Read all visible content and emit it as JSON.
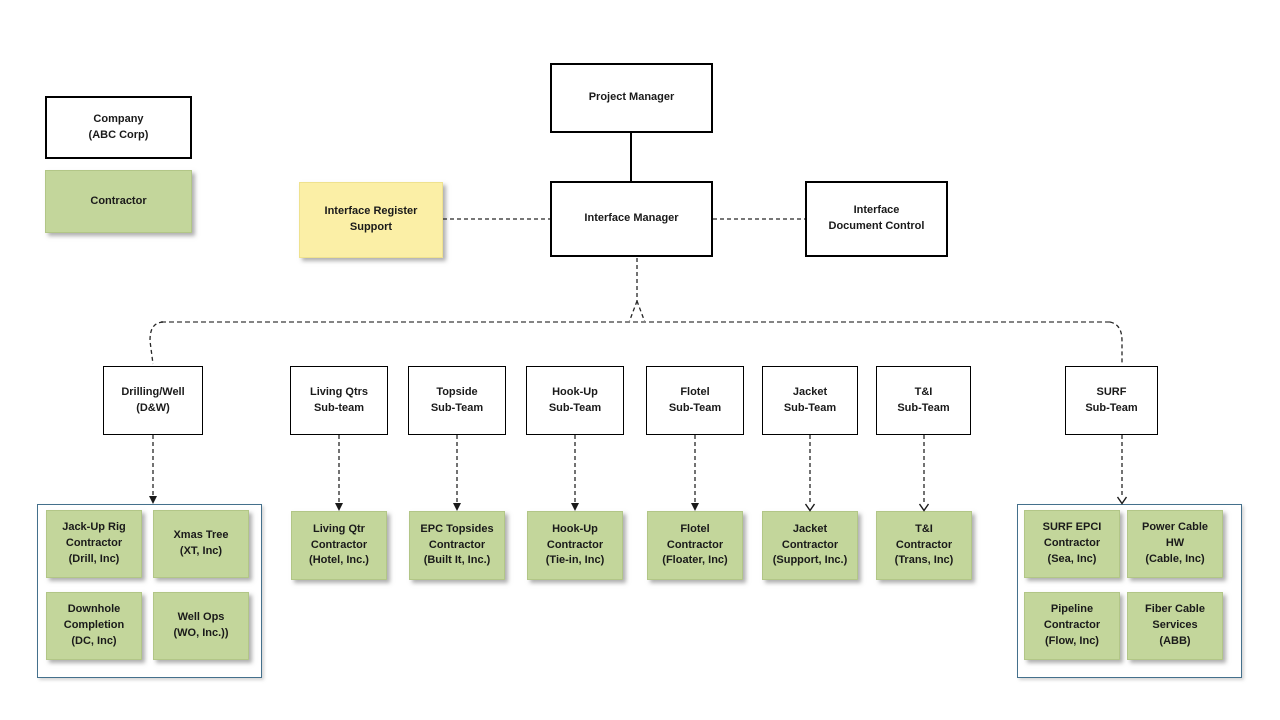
{
  "legend": {
    "company": "Company\n(ABC Corp)",
    "contractor": "Contractor"
  },
  "top": {
    "project_manager": "Project Manager",
    "interface_manager": "Interface Manager",
    "interface_register_support": "Interface Register\nSupport",
    "interface_document_control": "Interface\nDocument Control"
  },
  "subteams": [
    {
      "label": "Drilling/Well\n(D&W)",
      "contractors": [
        "Jack-Up Rig\nContractor\n(Drill, Inc)",
        "Xmas Tree\n(XT, Inc)",
        "Downhole\nCompletion\n(DC, Inc)",
        "Well Ops\n(WO, Inc.))"
      ]
    },
    {
      "label": "Living Qtrs\nSub-team",
      "contractors": [
        "Living Qtr\nContractor\n(Hotel, Inc.)"
      ]
    },
    {
      "label": "Topside\nSub-Team",
      "contractors": [
        "EPC Topsides\nContractor\n(Built It, Inc.)"
      ]
    },
    {
      "label": "Hook-Up\nSub-Team",
      "contractors": [
        "Hook-Up\nContractor\n(Tie-in, Inc)"
      ]
    },
    {
      "label": "Flotel\nSub-Team",
      "contractors": [
        "Flotel\nContractor\n(Floater, Inc)"
      ]
    },
    {
      "label": "Jacket\nSub-Team",
      "contractors": [
        "Jacket\nContractor\n(Support, Inc.)"
      ]
    },
    {
      "label": "T&I\nSub-Team",
      "contractors": [
        "T&I\nContractor\n(Trans, Inc)"
      ]
    },
    {
      "label": "SURF\nSub-Team",
      "contractors": [
        "SURF EPCI\nContractor\n(Sea, Inc)",
        "Power Cable\nHW\n(Cable, Inc)",
        "Pipeline\nContractor\n(Flow, Inc)",
        "Fiber Cable\nServices\n(ABB)"
      ]
    }
  ],
  "colors": {
    "contractor_green": "#c3d69b",
    "support_yellow": "#fbefa6",
    "company_box_bg": "#ffffff",
    "box_border": "#000000",
    "cluster_border": "#44708c",
    "rail_dash": "#737373",
    "connector_dash": "#262626"
  }
}
